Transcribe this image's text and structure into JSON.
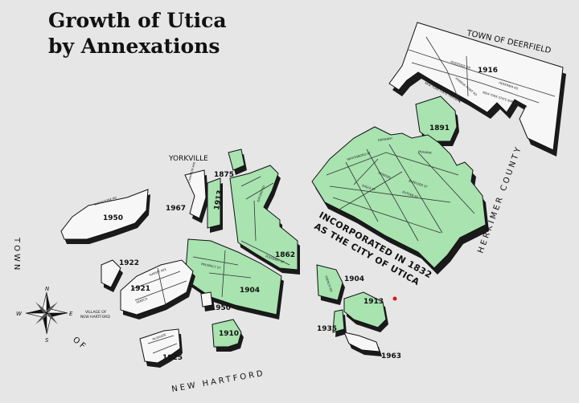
{
  "title": {
    "line1": "Growth of Utica",
    "line2": "by Annexations"
  },
  "areas": {
    "1916": "1916",
    "1891": "1891",
    "1875": "1875",
    "1967": "1967",
    "1913a": "1913",
    "1950a": "1950",
    "1922": "1922",
    "1921": "1921",
    "1862": "1862",
    "1904a": "1904",
    "1904b": "1904",
    "1913b": "1913",
    "1950b": "1950",
    "1910": "1910",
    "1935": "1935",
    "1925": "1925",
    "1963": "1963"
  },
  "labels": {
    "deerfield": "TOWN OF DEERFIELD",
    "yorkville": "YORKVILLE",
    "incorporated_1": "INCORPORATED IN 1832",
    "incorporated_2": "AS THE CITY OF UTICA",
    "herkimer": "HERKIMER COUNTY",
    "town_of_1": "TOWN",
    "town_of_2": "OF",
    "new_hartford": "NEW HARTFORD",
    "village_1": "VILLAGE OF",
    "village_2": "NEW HARTFORD"
  },
  "streets": {
    "riverside": "RIVERSIDE DR",
    "harbor": "HARBOR POINT RD",
    "herkimer_rd": "HERKIMER RD",
    "barge": "NEW YORK STATE BARGE CANAL",
    "thruway": "NEW YORK STATE THRUWAY",
    "whitesboro": "WHITESBORO ST",
    "oriskany": "ORISKANY",
    "mohawk": "MOHAWK",
    "genesee": "GENESEE",
    "eagle": "EAGLE ST",
    "bleecker": "BLEECKER ST",
    "rutger": "RUTGER ST",
    "burrstone": "BURRSTONE RD",
    "pleasant": "PLEASANT ST",
    "french": "FRENCH RD",
    "seneca": "SENECA",
    "sunset": "SUNSET AVE",
    "campion": "CHAMPLIN AVE",
    "mcquade": "McQUADE",
    "oxford": "OXFORD RD",
    "river": "RIVER",
    "prospect": "PROSPECT ST"
  },
  "compass": {
    "n": "N",
    "s": "S",
    "e": "E",
    "w": "W"
  },
  "colors": {
    "annexed": "#a8e3b0",
    "original": "#f7f7f7",
    "shadow": "#1a1a1a",
    "marker": "#e0141b"
  }
}
